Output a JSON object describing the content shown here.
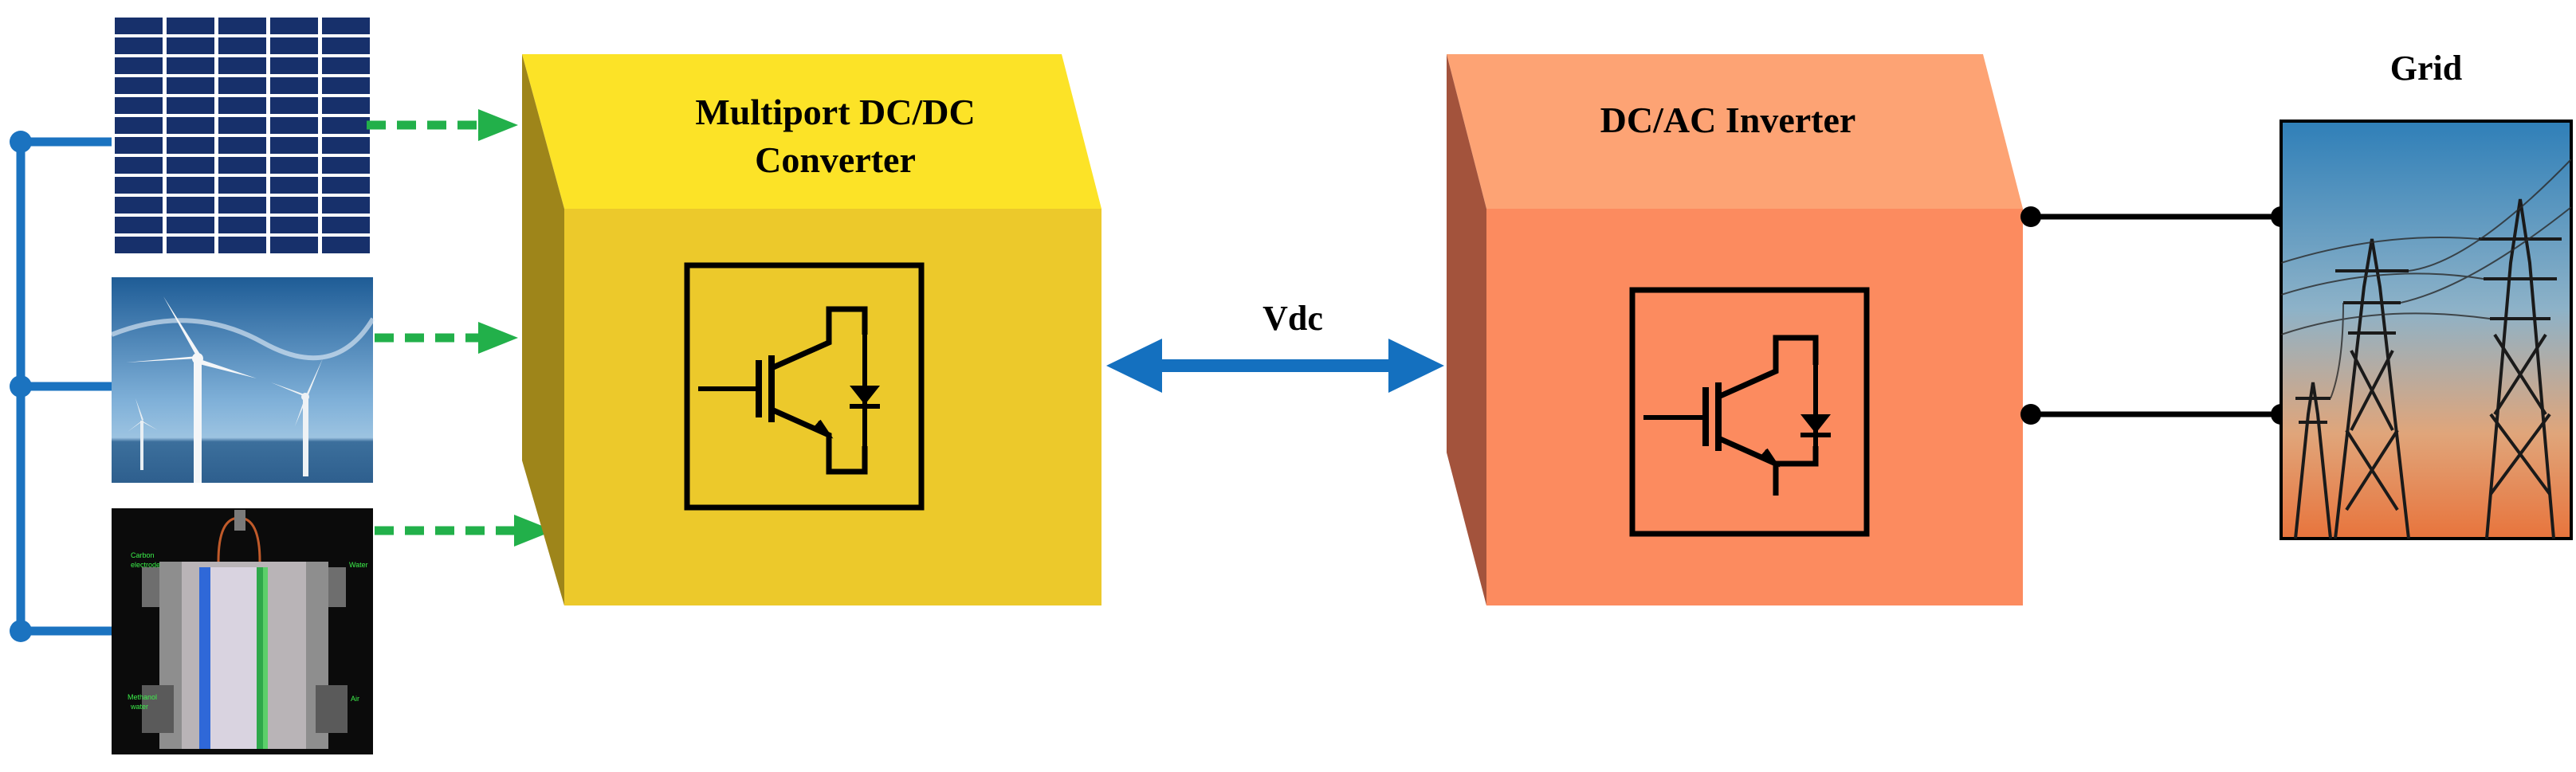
{
  "converter": {
    "title_line1": "Multiport DC/DC",
    "title_line2": "Converter"
  },
  "inverter": {
    "title": "DC/AC Inverter"
  },
  "link": {
    "label": "Vdc"
  },
  "grid": {
    "label": "Grid"
  },
  "sources": [
    {
      "name": "solar-panel"
    },
    {
      "name": "wind-turbines"
    },
    {
      "name": "fuel-cell",
      "inset_labels": [
        "Carbon electrode",
        "Water",
        "Methanol",
        "Air"
      ]
    }
  ],
  "colors": {
    "converter_face": "#ECC92B",
    "converter_top": "#FCE327",
    "converter_side": "#9E851A",
    "inverter_face": "#FC8B5F",
    "inverter_top": "#FDA374",
    "inverter_side": "#A3533C",
    "bus": "#1B73C0",
    "dashed_arrow": "#22B04A",
    "vdc_arrow": "#1470BF"
  }
}
